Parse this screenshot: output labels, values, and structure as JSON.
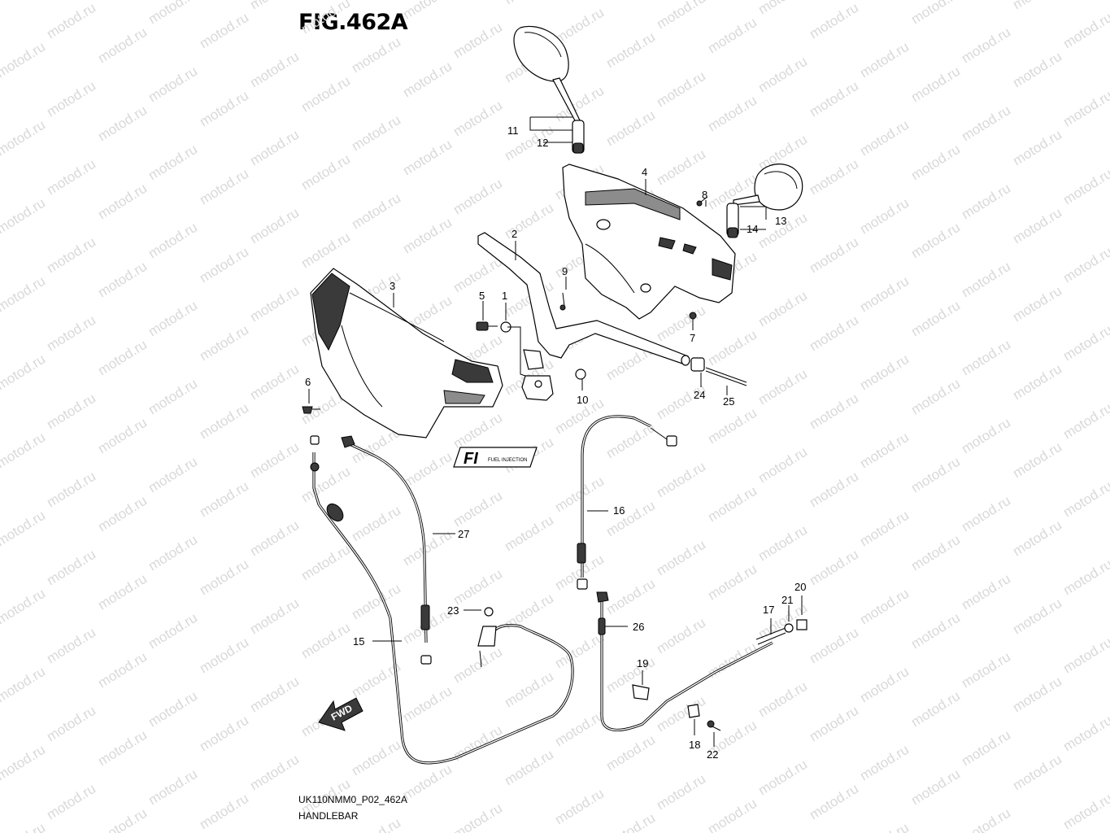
{
  "figure": {
    "title": "FIG.462A",
    "drawing_code": "UK110NMM0_P02_462A",
    "caption": "HANDLEBAR",
    "watermark_text": "motod.ru",
    "fwd_arrow_label": "FWD",
    "badge_text": "FI",
    "badge_subtext": "FUEL INJECTION"
  },
  "callouts": [
    "1",
    "2",
    "3",
    "4",
    "5",
    "6",
    "7",
    "8",
    "9",
    "10",
    "11",
    "12",
    "13",
    "14",
    "15",
    "16",
    "17",
    "18",
    "19",
    "20",
    "21",
    "22",
    "23",
    "24",
    "25",
    "26",
    "27"
  ]
}
